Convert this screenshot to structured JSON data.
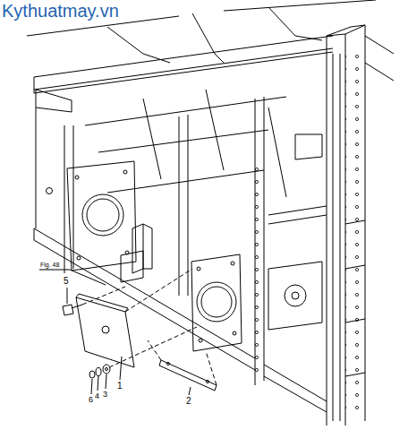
{
  "diagram": {
    "labels": [
      "Kythuatmay.vn",
      "Fig. 48",
      "5",
      "1",
      "2",
      "6",
      "4",
      "3"
    ]
  }
}
